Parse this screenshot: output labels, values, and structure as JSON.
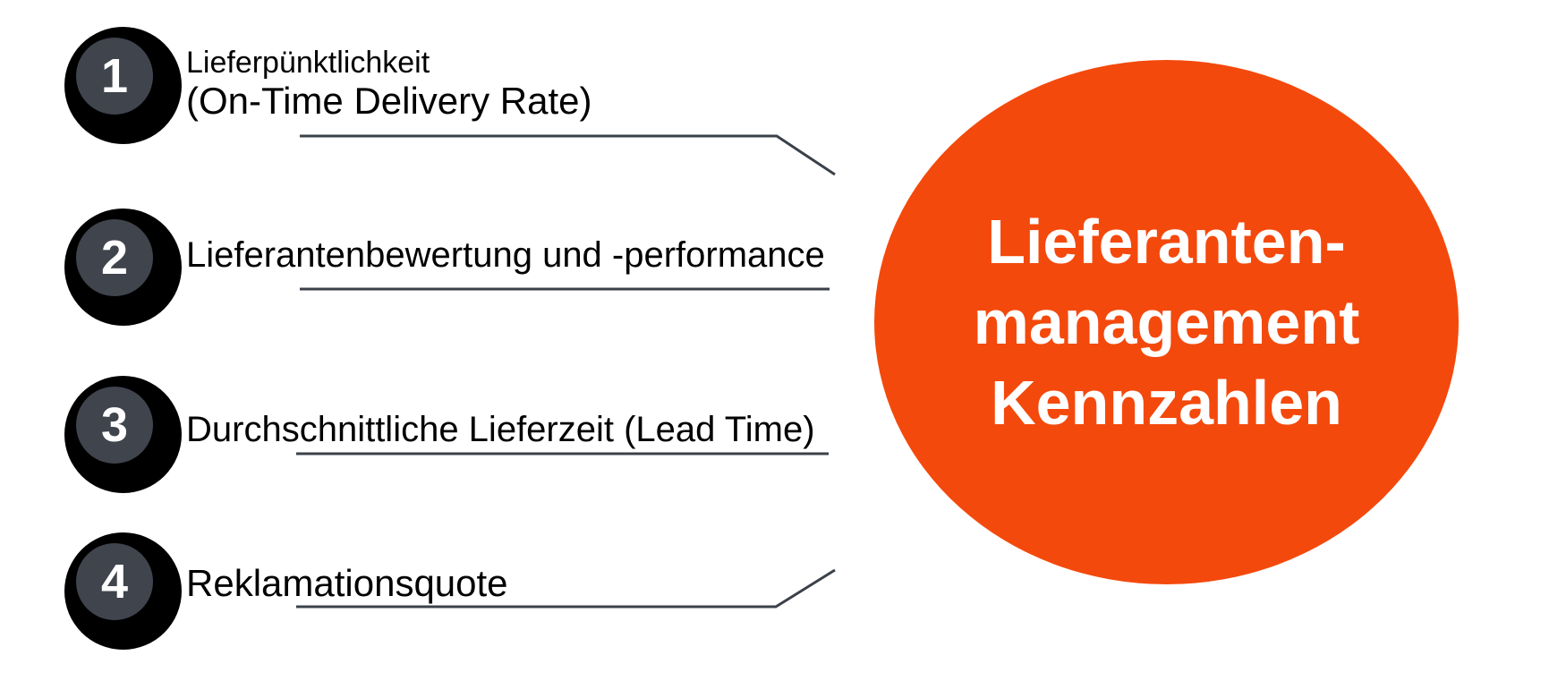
{
  "title": {
    "lines": [
      "Lieferanten-",
      "management",
      "Kennzahlen"
    ]
  },
  "items": [
    {
      "number": "1",
      "label": "Lieferpünktlichkeit",
      "sublabel": "(On-Time Delivery Rate)",
      "connector": "horizontal-then-diagonal-down"
    },
    {
      "number": "2",
      "label": "Lieferantenbewertung und -performance",
      "sublabel": "",
      "connector": "horizontal"
    },
    {
      "number": "3",
      "label": "Durchschnittliche Lieferzeit (Lead Time)",
      "sublabel": "",
      "connector": "horizontal"
    },
    {
      "number": "4",
      "label": "Reklamationsquote",
      "sublabel": "",
      "connector": "horizontal-then-diagonal-up"
    }
  ],
  "colors": {
    "background": "#FFFFFF",
    "accent_orange": "#F4490C",
    "badge_outer": "#000000",
    "badge_inner": "#3F444D",
    "connector_line": "#3B4149",
    "label_text": "#000000",
    "title_text": "#FFFFFF"
  }
}
